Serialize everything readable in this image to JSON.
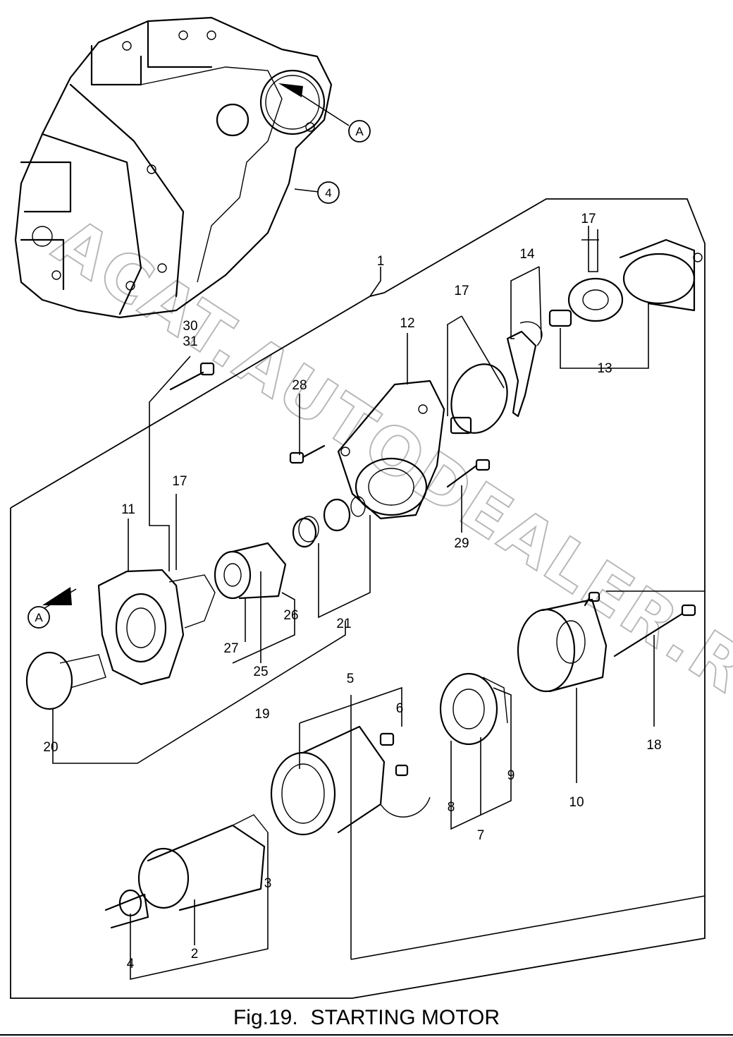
{
  "figure": {
    "number_label": "Fig.19.",
    "title": "STARTING MOTOR"
  },
  "watermark": "ACAT.AUTODEALER.RU",
  "reference_marks": [
    {
      "id": "ref-a-top",
      "label": "A"
    },
    {
      "id": "ref-4-top",
      "label": "4"
    },
    {
      "id": "ref-a-left",
      "label": "A"
    }
  ],
  "callouts": [
    {
      "id": "c1",
      "label": "1"
    },
    {
      "id": "c2",
      "label": "2"
    },
    {
      "id": "c3",
      "label": "3"
    },
    {
      "id": "c4",
      "label": "4"
    },
    {
      "id": "c5",
      "label": "5"
    },
    {
      "id": "c6",
      "label": "6"
    },
    {
      "id": "c7",
      "label": "7"
    },
    {
      "id": "c8",
      "label": "8"
    },
    {
      "id": "c9",
      "label": "9"
    },
    {
      "id": "c10",
      "label": "10"
    },
    {
      "id": "c11",
      "label": "11"
    },
    {
      "id": "c12",
      "label": "12"
    },
    {
      "id": "c13",
      "label": "13"
    },
    {
      "id": "c14",
      "label": "14"
    },
    {
      "id": "c17a",
      "label": "17"
    },
    {
      "id": "c17b",
      "label": "17"
    },
    {
      "id": "c17c",
      "label": "17"
    },
    {
      "id": "c18",
      "label": "18"
    },
    {
      "id": "c19",
      "label": "19"
    },
    {
      "id": "c20",
      "label": "20"
    },
    {
      "id": "c21",
      "label": "21"
    },
    {
      "id": "c25",
      "label": "25"
    },
    {
      "id": "c26",
      "label": "26"
    },
    {
      "id": "c27",
      "label": "27"
    },
    {
      "id": "c28",
      "label": "28"
    },
    {
      "id": "c29",
      "label": "29"
    },
    {
      "id": "c30",
      "label": "30"
    },
    {
      "id": "c31",
      "label": "31"
    }
  ]
}
